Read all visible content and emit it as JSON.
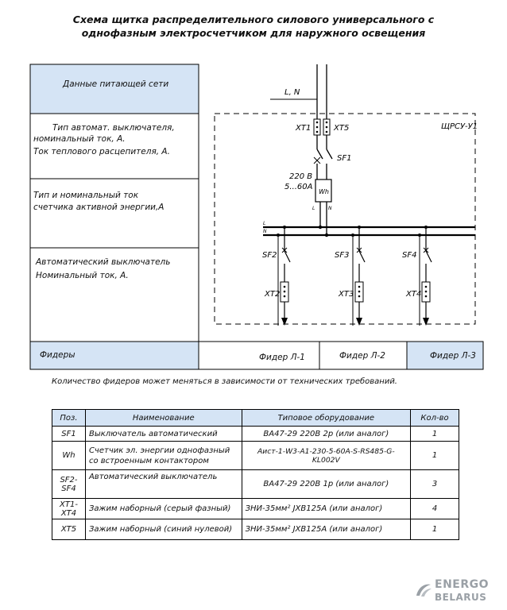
{
  "title": {
    "line1": "Схема щитка распределительного силового универсального с",
    "line2": "однофазным электросчетчиком для наружного освещения"
  },
  "left_panel": {
    "network_data": "Данные питающей сети",
    "breaker_type": [
      "Тип автомат. выключателя,",
      "номинальный ток, А.",
      "Ток теплового расцепителя, А."
    ],
    "meter_type": [
      "Тип и номинальный ток",
      "счетчика активной энергии,А"
    ],
    "auto_switch": [
      "Автоматический выключатель",
      "Номинальный ток, А."
    ],
    "feeders": "Фидеры"
  },
  "diagram": {
    "cabinet_label": "ЩРСУ-У1",
    "supply_label": "L, N",
    "xt1": "XT1",
    "xt5": "XT5",
    "sf1": "SF1",
    "meter_voltage": "220 В",
    "meter_current": "5...60А",
    "meter_symbol": "Wh",
    "meter_l": "L",
    "meter_n": "N",
    "bus_l": "L",
    "bus_n": "N",
    "branches": [
      {
        "switch": "SF2",
        "terminal": "XT2",
        "feeder": "Фидер Л-1"
      },
      {
        "switch": "SF3",
        "terminal": "XT3",
        "feeder": "Фидер Л-2"
      },
      {
        "switch": "SF4",
        "terminal": "XT4",
        "feeder": "Фидер Л-3"
      }
    ]
  },
  "note": "Количество фидеров может меняться в зависимости от технических требований.",
  "table": {
    "headers": [
      "Поз.",
      "Наименование",
      "Типовое оборудование",
      "Кол-во"
    ],
    "rows": [
      {
        "pos": "SF1",
        "name": "Выключатель автоматический",
        "equipment": "ВА47-29 220В 2р (или аналог)",
        "qty": "1"
      },
      {
        "pos": "Wh",
        "name": "Счетчик эл. энергии однофазный со встроенным контактором",
        "equipment": "Аист-1-W3-A1-230-5-60A-S-RS485-G-KL002V",
        "qty": "1"
      },
      {
        "pos": "SF2-SF4",
        "name": "Автоматический выключатель",
        "equipment": "ВА47-29 220В 1р (или аналог)",
        "qty": "3"
      },
      {
        "pos": "XT1-XT4",
        "name": "Зажим наборный (серый фазный)",
        "equipment": "ЗНИ-35мм² JXB125А (или аналог)",
        "qty": "4"
      },
      {
        "pos": "XT5",
        "name": "Зажим наборный (синий нулевой)",
        "equipment": "ЗНИ-35мм² JXB125А (или аналог)",
        "qty": "1"
      }
    ]
  },
  "logo": {
    "line1": "ENERGO",
    "line2": "BELARUS"
  },
  "colors": {
    "header_fill": "#d5e4f5",
    "logo_gray": "#9aa0a6"
  }
}
